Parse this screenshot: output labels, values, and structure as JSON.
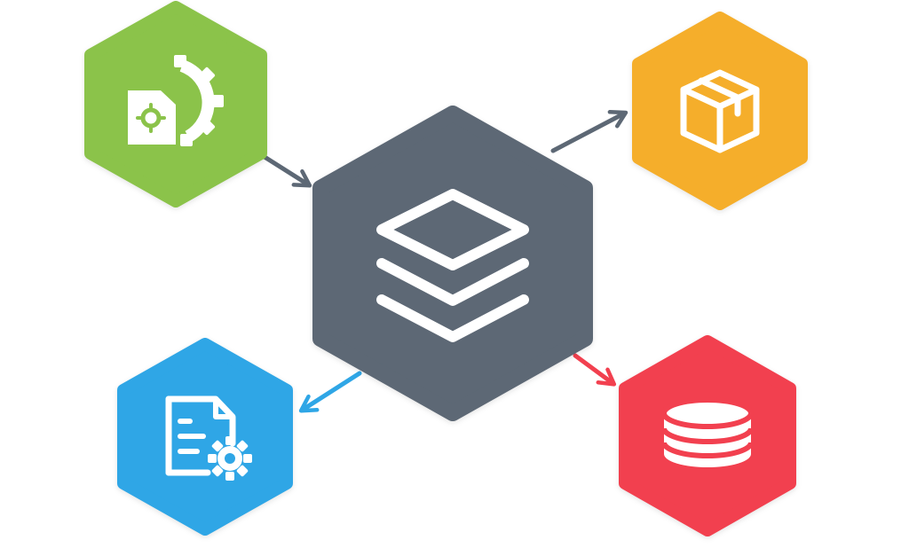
{
  "colors": {
    "background": "#ffffff",
    "center_hub": "#5d6875",
    "config_node": "#8bc34a",
    "package_node": "#f5ae2b",
    "document_node": "#2fa6e6",
    "database_node": "#f2404f",
    "icon_stroke": "#ffffff"
  },
  "nodes": [
    {
      "id": "center-hub",
      "icon": "layers-icon",
      "color": "#5d6875",
      "role": "central hub"
    },
    {
      "id": "config-node",
      "icon": "file-gear-icon",
      "color": "#8bc34a",
      "role": "input"
    },
    {
      "id": "package-node",
      "icon": "package-box-icon",
      "color": "#f5ae2b",
      "role": "output"
    },
    {
      "id": "document-node",
      "icon": "document-gear-icon",
      "color": "#2fa6e6",
      "role": "output"
    },
    {
      "id": "database-node",
      "icon": "database-icon",
      "color": "#f2404f",
      "role": "output"
    }
  ],
  "edges": [
    {
      "from": "config-node",
      "to": "center-hub",
      "color": "#5d6875"
    },
    {
      "from": "center-hub",
      "to": "package-node",
      "color": "#5d6875"
    },
    {
      "from": "center-hub",
      "to": "document-node",
      "color": "#2fa6e6"
    },
    {
      "from": "center-hub",
      "to": "database-node",
      "color": "#f2404f"
    }
  ]
}
